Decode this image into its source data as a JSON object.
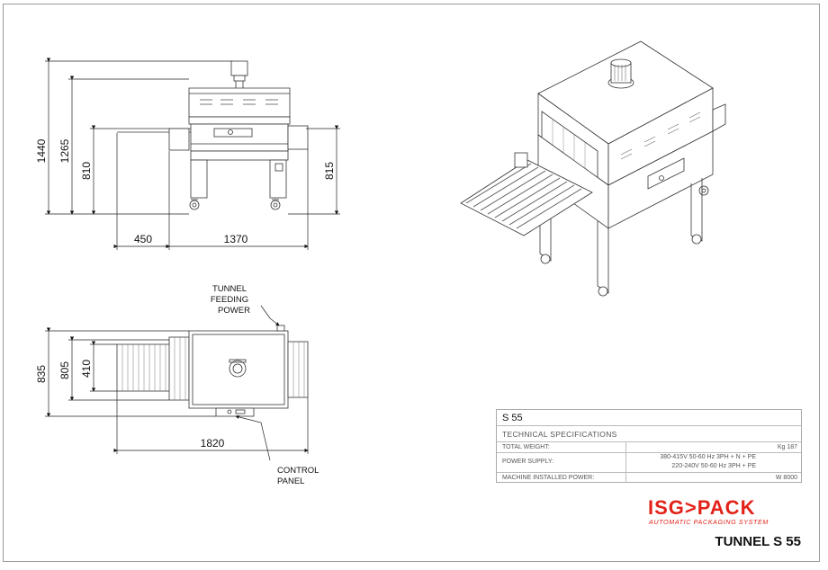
{
  "dimensions": {
    "front": {
      "total_height": "1440",
      "upper_height": "1265",
      "conveyor_height_in": "810",
      "conveyor_height_out": "815",
      "infeed_length": "450",
      "body_length": "1370"
    },
    "top": {
      "total_width": "835",
      "inner_width": "805",
      "belt_width": "410",
      "total_length": "1820"
    }
  },
  "callouts": {
    "tunnel_feeding_power": [
      "TUNNEL",
      "FEEDING",
      "POWER"
    ],
    "control_panel": [
      "CONTROL",
      "PANEL"
    ]
  },
  "spec_table": {
    "model": "S 55",
    "section_title": "TECHNICAL SPECIFICATIONS",
    "rows": [
      {
        "label": "TOTAL WEIGHT:",
        "value": "Kg 187"
      },
      {
        "label": "POWER SUPPLY:",
        "value": "380-415V 50-60 Hz 3PH + N + PE",
        "value2": "220-240V 50-60 Hz 3PH + PE"
      },
      {
        "label": "MACHINE INSTALLED POWER:",
        "value": "W 8000"
      }
    ]
  },
  "brand": {
    "name": "ISG>PACK",
    "tagline": "AUTOMATIC PACKAGING SYSTEM",
    "accent_color": "#e2231a"
  },
  "product_title": "TUNNEL S 55"
}
